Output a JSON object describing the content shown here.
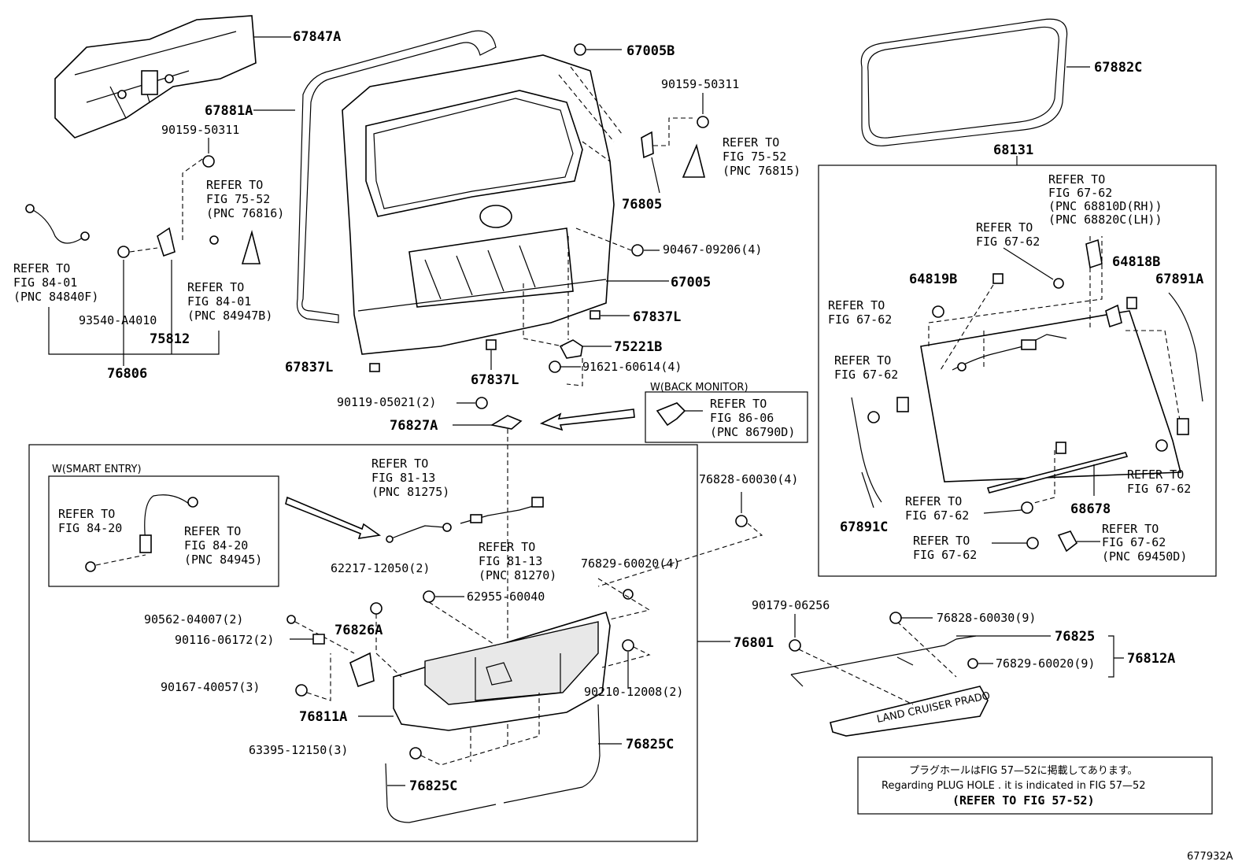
{
  "parts": {
    "p67847A": "67847A",
    "p67881A": "67881A",
    "p90159_a": "90159-50311",
    "p90159_b": "90159-50311",
    "p67005B": "67005B",
    "p76805": "76805",
    "p67882C": "67882C",
    "p68131": "68131",
    "p90467": "90467-09206(4)",
    "p67005": "67005",
    "p67837L_a": "67837L",
    "p75221B": "75221B",
    "p91621": "91621-60614(4)",
    "p67837L_b": "67837L",
    "p67837L_c": "67837L",
    "p93540": "93540-A4010",
    "p75812": "75812",
    "p76806": "76806",
    "p90119": "90119-05021(2)",
    "p76827A": "76827A",
    "p64819B": "64819B",
    "p64818B": "64818B",
    "p67891A": "67891A",
    "p67891C": "67891C",
    "p68678": "68678",
    "p76828_a": "76828-60030(4)",
    "p76829_a": "76829-60020(4)",
    "p62217": "62217-12050(2)",
    "p62955": "62955-60040",
    "p90562": "90562-04007(2)",
    "p90116": "90116-06172(2)",
    "p76826A": "76826A",
    "p90167": "90167-40057(3)",
    "p76811A": "76811A",
    "p90210": "90210-12008(2)",
    "p76801": "76801",
    "p63395": "63395-12150(3)",
    "p76825C_a": "76825C",
    "p76825C_b": "76825C",
    "p90179": "90179-06256",
    "p76828_b": "76828-60030(9)",
    "p76825": "76825",
    "p76829_b": "76829-60020(9)",
    "p76812A": "76812A",
    "ref_id": "677932A"
  },
  "refs": {
    "r1": [
      "REFER TO",
      "FIG 75-52",
      "(PNC 76815)"
    ],
    "r2": [
      "REFER TO",
      "FIG 75-52",
      "(PNC 76816)"
    ],
    "r3": [
      "REFER TO",
      "FIG 84-01",
      "(PNC 84840F)"
    ],
    "r4": [
      "REFER TO",
      "FIG 84-01",
      "(PNC 84947B)"
    ],
    "r5": [
      "REFER TO",
      "FIG 67-62",
      "(PNC 68810D(RH))",
      "(PNC 68820C(LH))"
    ],
    "r6": [
      "REFER TO",
      "FIG 67-62"
    ],
    "r7": [
      "REFER TO",
      "FIG 67-62"
    ],
    "r8": [
      "REFER TO",
      "FIG 67-62"
    ],
    "r9": [
      "REFER TO",
      "FIG 67-62"
    ],
    "r10": [
      "REFER TO",
      "FIG 67-62"
    ],
    "r11": [
      "REFER TO",
      "FIG 67-62"
    ],
    "r12": [
      "REFER TO",
      "FIG 67-62",
      "(PNC 69450D)"
    ],
    "r13": [
      "REFER TO",
      "FIG 86-06",
      "(PNC 86790D)"
    ],
    "r14": [
      "REFER TO",
      "FIG 81-13",
      "(PNC 81275)"
    ],
    "r15": [
      "REFER TO",
      "FIG 81-13",
      "(PNC 81270)"
    ],
    "r16": [
      "REFER TO",
      "FIG 84-20"
    ],
    "r17": [
      "REFER TO",
      "FIG 84-20",
      "(PNC 84945)"
    ]
  },
  "boxes": {
    "back_monitor": "W(BACK MONITOR)",
    "smart_entry": "W(SMART ENTRY)"
  },
  "note": {
    "line1": "プラグホールはFIG 57—52に掲載してあります。",
    "line2": "Regarding  PLUG  HOLE . it is indicated in  FIG  57—52",
    "line3": "(REFER TO FIG 57-52)"
  },
  "emblem": "LAND CRUISER PRADO"
}
